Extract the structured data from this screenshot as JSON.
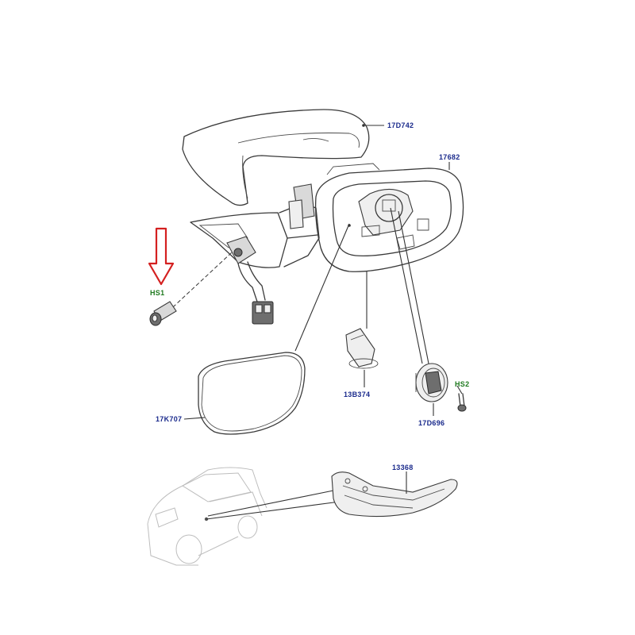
{
  "colors": {
    "part_number": "#1a2a8c",
    "hardware_callout": "#1f7a1f",
    "arrow": "#d42020",
    "line": "#3a3a3a"
  },
  "labels": {
    "cover": "17D742",
    "housing": "17682",
    "bolt": "HS1",
    "glass": "17K707",
    "clip": "13B374",
    "screw": "HS2",
    "motor": "17D696",
    "indicator": "13368"
  }
}
